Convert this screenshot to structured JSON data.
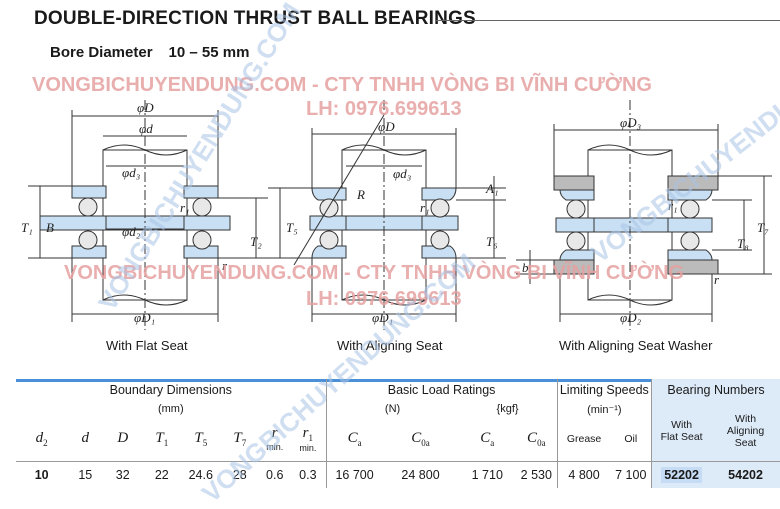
{
  "title": "DOUBLE-DIRECTION THRUST BALL BEARINGS",
  "bore": {
    "label": "Bore Diameter",
    "value": "10 – 55 mm"
  },
  "watermarks": {
    "line1": "VONGBICHUYENDUNG.COM - CTY TNHH VÒNG BI VĨNH CƯỜNG",
    "line2": "LH: 0976.699613",
    "diag1": "VONGBICHUYENDUNG.COM",
    "diag2": "VONGBICHUYENDUNG.COM",
    "diag3": "VONGBICHUYENDUNG.COM"
  },
  "figures": {
    "flat": {
      "caption": "With Flat Seat",
      "labels": {
        "D": "φD",
        "d": "φd",
        "d3": "φd₃",
        "d2": "φd₂",
        "D1": "φD₁",
        "T1": "T₁",
        "B": "B",
        "T2": "T₂",
        "r1": "r₁",
        "r": "r"
      }
    },
    "aligning": {
      "caption": "With Aligning Seat",
      "labels": {
        "D": "φD",
        "d3": "φd₃",
        "R": "R",
        "A1": "A₁",
        "T5": "T₅",
        "T6": "T₆",
        "r1": "r₁",
        "D1": "φD₁"
      }
    },
    "washer": {
      "caption": "With Aligning Seat Washer",
      "labels": {
        "D3": "φD₃",
        "r1": "r₁",
        "T7": "T₇",
        "T8": "T₈",
        "b": "b",
        "r": "r",
        "D2": "φD₂"
      }
    }
  },
  "table": {
    "groups": {
      "boundary": "Boundary Dimensions",
      "boundary_unit": "(mm)",
      "load": "Basic Load Ratings",
      "load_unit_n": "(N)",
      "load_unit_kgf": "{kgf}",
      "speed": "Limiting Speeds",
      "speed_unit": "(min⁻¹)",
      "numbers": "Bearing Numbers"
    },
    "symbols": {
      "d2": "d",
      "d2_sub": "2",
      "d": "d",
      "D": "D",
      "T1": "T",
      "T1_sub": "1",
      "T5": "T",
      "T5_sub": "5",
      "T7": "T",
      "T7_sub": "7",
      "r": "r",
      "r_min": "min.",
      "r1": "r",
      "r1_sub": "1",
      "r1_min": "min.",
      "Ca_n": "C",
      "Ca_n_sub": "a",
      "C0a_n": "C",
      "C0a_n_sub": "0a",
      "Ca_k": "C",
      "Ca_k_sub": "a",
      "C0a_k": "C",
      "C0a_k_sub": "0a",
      "grease": "Grease",
      "oil": "Oil",
      "flat_l1": "With",
      "flat_l2": "Flat Seat",
      "align_l1": "With",
      "align_l2": "Aligning",
      "align_l3": "Seat"
    },
    "rows": [
      {
        "d2": "10",
        "d": "15",
        "D": "32",
        "T1": "22",
        "T5": "24.6",
        "T7": "28",
        "r": "0.6",
        "r1": "0.3",
        "Ca_n": "16 700",
        "C0a_n": "24 800",
        "Ca_k": "1 710",
        "C0a_k": "2 530",
        "grease": "4 800",
        "oil": "7 100",
        "flat": "52202",
        "aligning": "54202"
      }
    ]
  }
}
